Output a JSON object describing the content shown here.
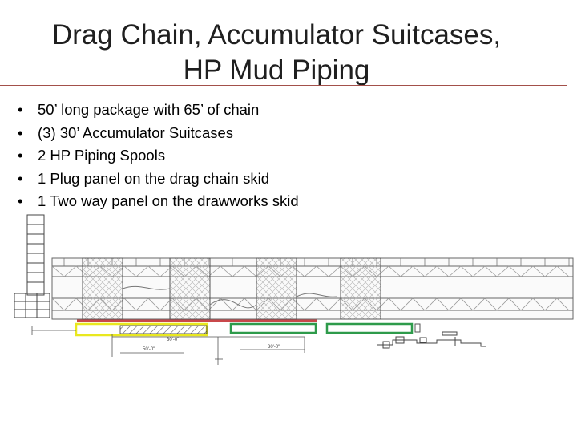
{
  "slide": {
    "title_line1": "Drag Chain, Accumulator Suitcases,",
    "title_line2": "HP Mud Piping",
    "bullets": [
      "50’ long package with 65’ of chain",
      "(3) 30’ Accumulator Suitcases",
      "2 HP Piping Spools",
      "1 Plug panel on the drag chain skid",
      "1 Two way panel on the drawworks skid"
    ]
  },
  "drawing": {
    "dim_a": "50'-0\"",
    "dim_b": "30'-0\"",
    "dim_c": "30'-0\"",
    "colors": {
      "yellow": "#e9e81f",
      "green": "#2e9b4b",
      "red": "#c9484b"
    }
  }
}
